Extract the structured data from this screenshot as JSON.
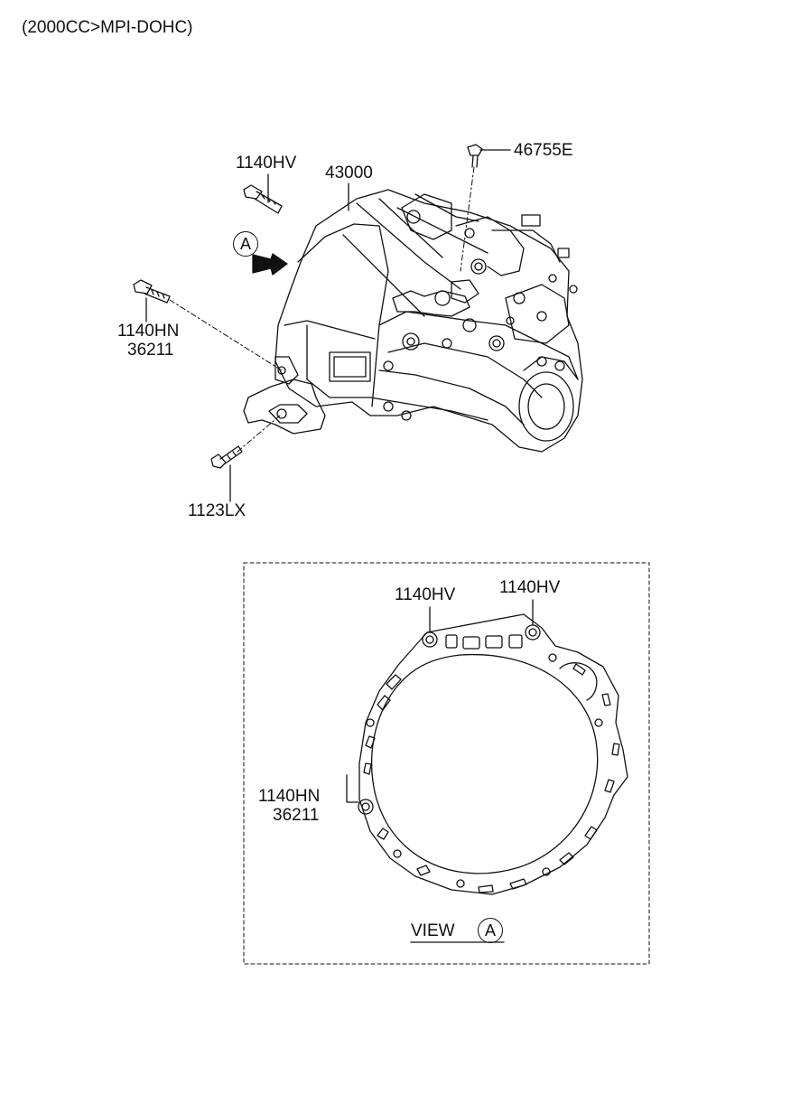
{
  "header": {
    "engine_spec": "(2000CC>MPI-DOHC)"
  },
  "callouts": {
    "bolt_top": "1140HV",
    "transaxle": "43000",
    "plug": "46755E",
    "bolt_side_a": "1140HN",
    "bolt_side_b": "36211",
    "bolt_bottom": "1123LX",
    "view_marker": "A"
  },
  "view_panel": {
    "title": "VIEW",
    "marker": "A",
    "hole_top_left": "1140HV",
    "hole_top_right": "1140HV",
    "hole_left_a": "1140HN",
    "hole_left_b": "36211"
  }
}
